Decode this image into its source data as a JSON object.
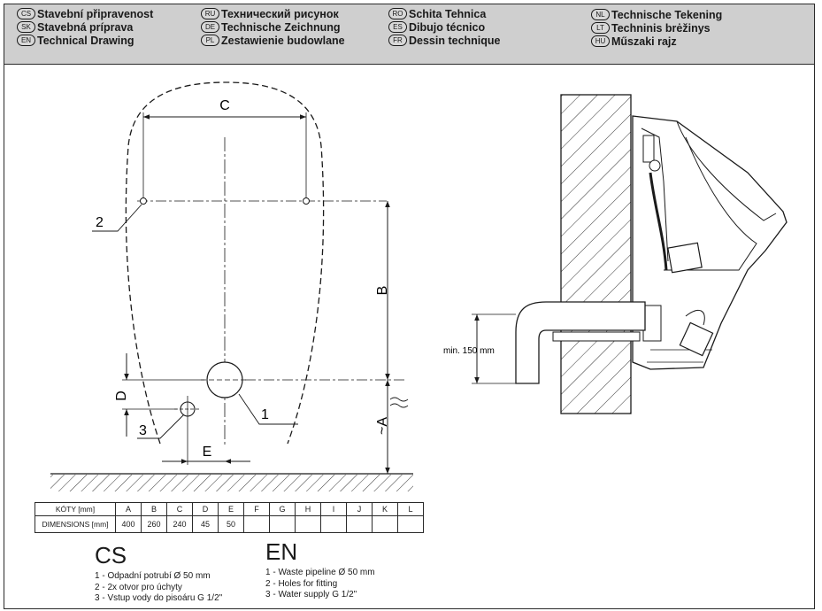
{
  "header": {
    "languages": [
      {
        "code": "CS",
        "title": "Stavební připravenost"
      },
      {
        "code": "SK",
        "title": "Stavebná príprava"
      },
      {
        "code": "EN",
        "title": "Technical Drawing"
      },
      {
        "code": "RU",
        "title": "Технический рисунок"
      },
      {
        "code": "DE",
        "title": "Technische Zeichnung"
      },
      {
        "code": "PL",
        "title": "Zestawienie budowlane"
      },
      {
        "code": "RO",
        "title": "Schita Tehnica"
      },
      {
        "code": "ES",
        "title": "Dibujo técnico"
      },
      {
        "code": "FR",
        "title": "Dessin technique"
      },
      {
        "code": "NL",
        "title": "Technische Tekening"
      },
      {
        "code": "LT",
        "title": "Techninis brėžinys"
      },
      {
        "code": "HU",
        "title": "Műszaki rajz"
      }
    ]
  },
  "drawing": {
    "dim_labels": {
      "c": "C",
      "b": "B",
      "d": "D",
      "e": "E",
      "a": "~A"
    },
    "callouts": {
      "one": "1",
      "two": "2",
      "three": "3"
    },
    "min_height_label": "min. 150 mm"
  },
  "table": {
    "header_row_label": "KÓTY [mm]",
    "values_row_label": "DIMENSIONS [mm]",
    "columns": [
      "A",
      "B",
      "C",
      "D",
      "E",
      "F",
      "G",
      "H",
      "I",
      "J",
      "K",
      "L"
    ],
    "values": [
      "400",
      "260",
      "240",
      "45",
      "50",
      "",
      "",
      "",
      "",
      "",
      "",
      ""
    ]
  },
  "legend": {
    "cs": {
      "title": "CS",
      "items": [
        "1 - Odpadní potrubí Ø 50 mm",
        "2 - 2x otvor pro úchyty",
        "3 - Vstup vody do pisoáru G 1/2\""
      ]
    },
    "en": {
      "title": "EN",
      "items": [
        "1 - Waste pipeline Ø 50 mm",
        "2 - Holes for fitting",
        "3 - Water supply G 1/2\""
      ]
    }
  }
}
